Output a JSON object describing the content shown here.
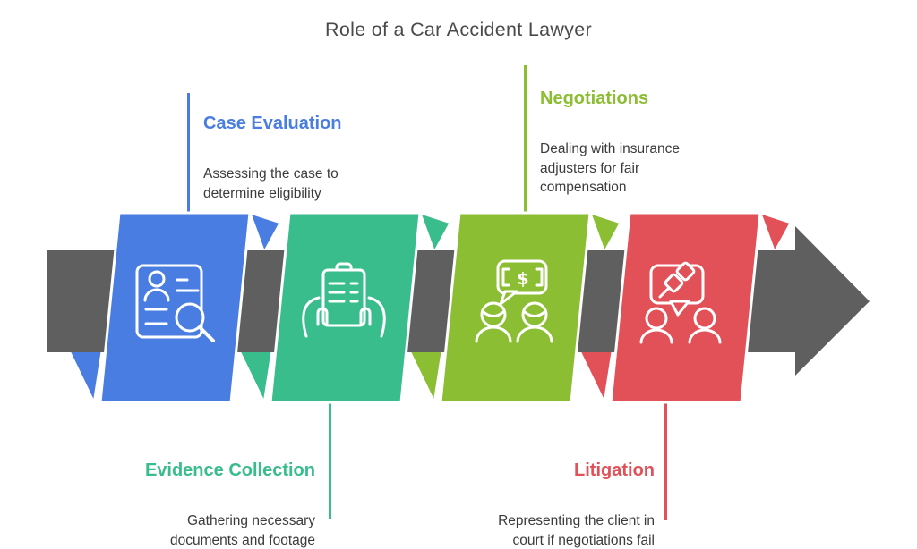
{
  "title": "Role of a Car Accident Lawyer",
  "colors": {
    "arrow": "#5F5F5F",
    "title_text": "#4A4A4A",
    "body_text": "#3B3B3B",
    "background": "#FFFFFF",
    "icon_stroke": "#FFFFFF"
  },
  "icons": {
    "dollar_glyph": "$"
  },
  "steps": [
    {
      "id": "case-evaluation",
      "label": "Case Evaluation",
      "description": "Assessing the case to\ndetermine eligibility",
      "color": "#4A7DE2",
      "icon": "document-search-icon",
      "label_position": "top"
    },
    {
      "id": "evidence-collection",
      "label": "Evidence Collection",
      "description": "Gathering necessary\ndocuments and footage",
      "color": "#3ABD8C",
      "icon": "hands-clipboard-icon",
      "label_position": "bottom"
    },
    {
      "id": "negotiations",
      "label": "Negotiations",
      "description": "Dealing with insurance\nadjusters for fair\ncompensation",
      "color": "#8CBE34",
      "icon": "dollar-chat-icon",
      "label_position": "top"
    },
    {
      "id": "litigation",
      "label": "Litigation",
      "description": "Representing the client in\ncourt if negotiations fail",
      "color": "#E25158",
      "icon": "gavel-chat-icon",
      "label_position": "bottom"
    }
  ]
}
